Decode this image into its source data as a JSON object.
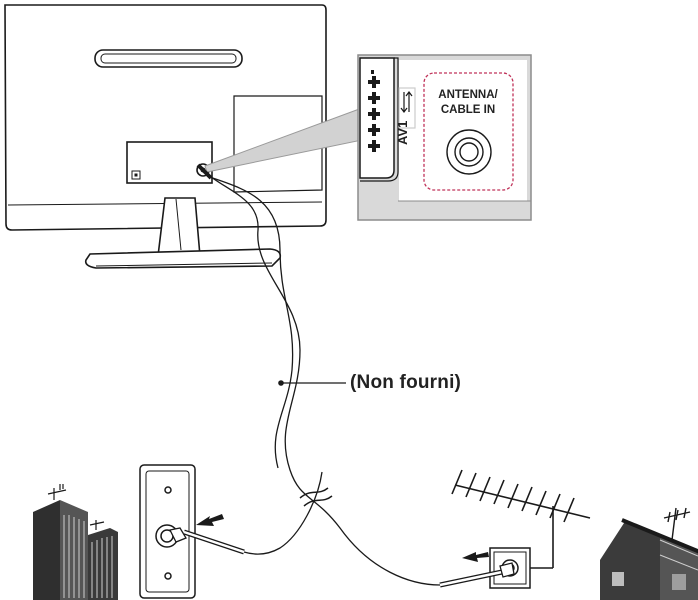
{
  "cable_label": "(Non fourni)",
  "port_label_line1": "ANTENNA/",
  "port_label_line2": "CABLE IN",
  "side_port_label": "AV1",
  "colors": {
    "line": "#1a1a1a",
    "panel_fill": "#d9d9d9",
    "panel_dark": "#8c8c8c",
    "highlight_dash": "#c0335a",
    "building": "#333333"
  },
  "icons": [
    "monitor-back",
    "antenna-port-icon",
    "wall-outlet-icon",
    "rooftop-antenna-icon",
    "apartment-building-icon",
    "house-icon",
    "arrow-icon"
  ]
}
